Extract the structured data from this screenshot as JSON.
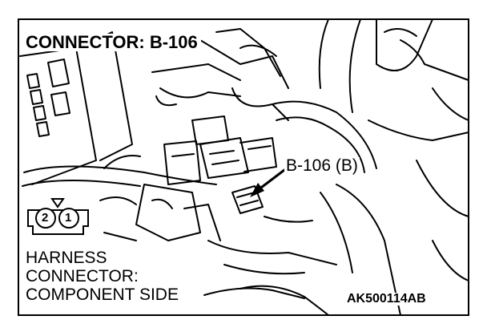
{
  "title": "CONNECTOR: B-106",
  "callout_label": "B-106 (B)",
  "harness_lines": [
    "HARNESS",
    "CONNECTOR:",
    "COMPONENT SIDE"
  ],
  "figure_code": "AK500114AB",
  "connector_pins": [
    "2",
    "1"
  ]
}
